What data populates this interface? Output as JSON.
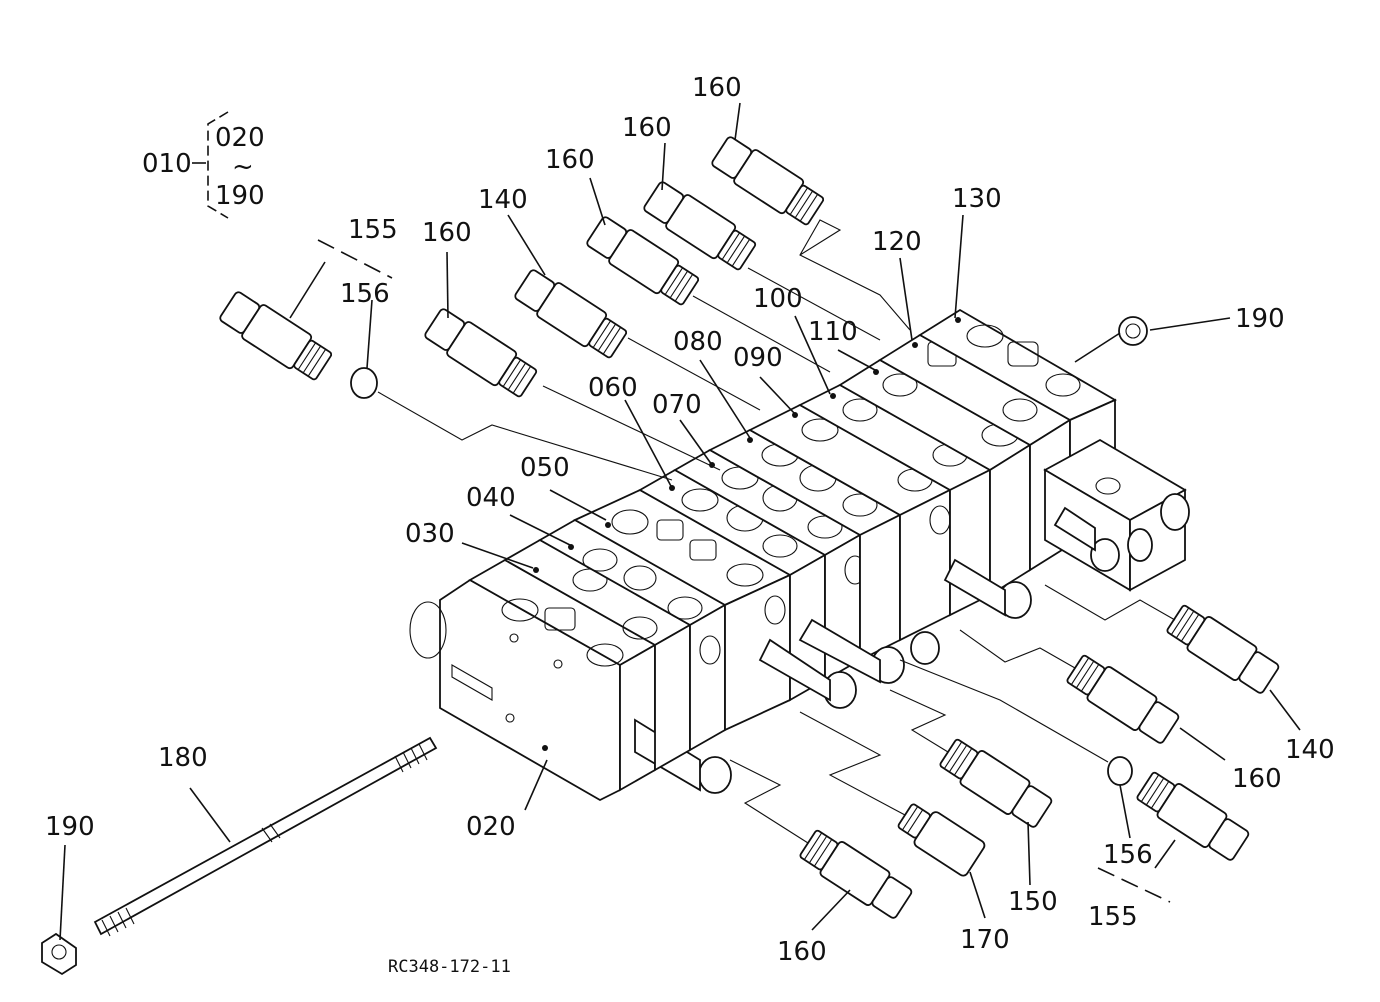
{
  "drawing_code": "RC348-172-11",
  "assembly": {
    "parent": "010",
    "range_start": "020",
    "range_sep": "~",
    "range_end": "190"
  },
  "callouts": {
    "c020": "020",
    "c030": "030",
    "c040": "040",
    "c050": "050",
    "c060": "060",
    "c070": "070",
    "c080": "080",
    "c090": "090",
    "c100": "100",
    "c110": "110",
    "c120": "120",
    "c130": "130",
    "c140_top": "140",
    "c140_right": "140",
    "c150": "150",
    "c155_top": "155",
    "c155_bottom": "155",
    "c156_top": "156",
    "c156_bottom": "156",
    "c160_a": "160",
    "c160_b": "160",
    "c160_c": "160",
    "c160_d": "160",
    "c160_right": "160",
    "c160_bottom": "160",
    "c170": "170",
    "c180": "180",
    "c190_right": "190",
    "c190_left": "190"
  }
}
